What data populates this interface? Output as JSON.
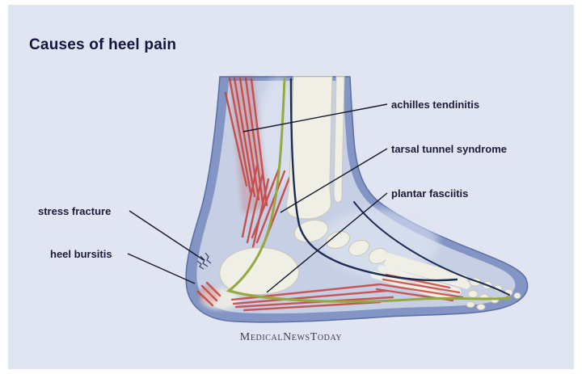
{
  "page": {
    "title": "Causes of heel pain",
    "brand": "MedicalNewsToday",
    "background": "#e1e4f1"
  },
  "labels": {
    "achilles": "achilles tendinitis",
    "tarsal": "tarsal tunnel syndrome",
    "plantar": "plantar fasciitis",
    "stress": "stress fracture",
    "bursitis": "heel bursitis"
  },
  "colors": {
    "foot_band": "#8295c5",
    "foot_fill": "#c6cfe4",
    "foot_edge": "#5a6fa3",
    "bone": "#f0efe5",
    "bone_edge": "#c9c7b4",
    "tendon_red": "#c63a33",
    "fascia_green": "#94aa40",
    "nerve_navy": "#1c2c52",
    "leader_line": "#17182c",
    "title_text": "#14153c",
    "label_text": "#1b1c38"
  }
}
